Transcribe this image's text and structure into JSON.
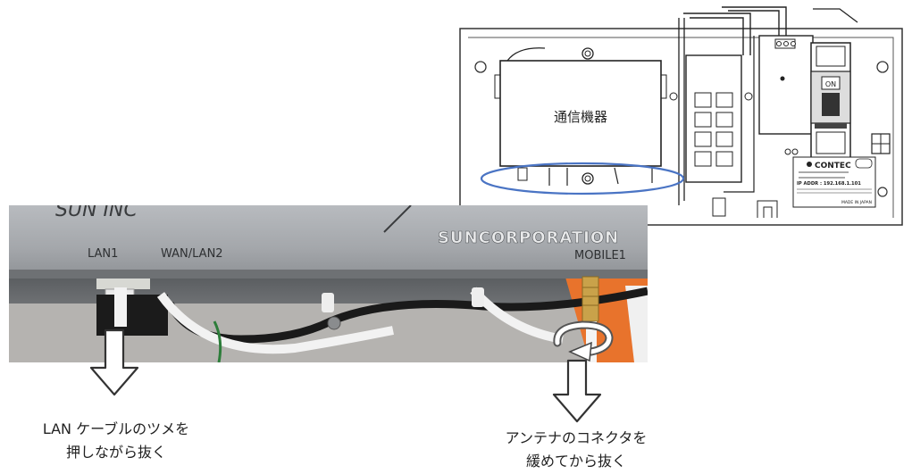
{
  "diagram": {
    "device_label": "通信機器",
    "callout_lan_line1": "LAN ケーブルのツメを",
    "callout_lan_line2": "押しながら抜く",
    "callout_antenna_line1": "アンテナのコネクタを",
    "callout_antenna_line2": "緩めてから抜く",
    "inset_port_lan1": "LAN1",
    "inset_port_wan": "WAN/LAN2",
    "inset_port_mobile": "MOBILE1",
    "inset_brand": "SUNCORPORATION",
    "inset_logo_fragment": "SUN   INC",
    "label_vendor": "CONTEC",
    "label_on": "ON",
    "label_ip": "IP ADDR : 192.168.1.101",
    "label_made": "MADE IN JAPAN",
    "colors": {
      "highlight_ellipse": "#4a74c4",
      "line_art": "#333333",
      "device_body": "#a9acb0",
      "arrow_fill": "#ffffff"
    }
  }
}
